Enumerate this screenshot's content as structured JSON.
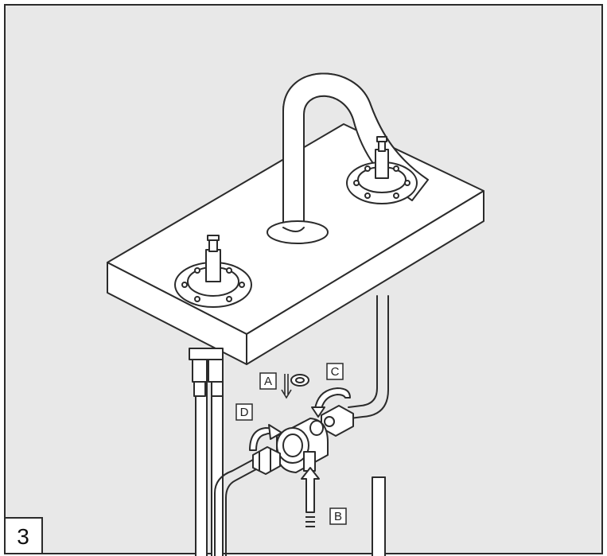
{
  "step_number": "3",
  "callouts": {
    "a": "A",
    "b": "B",
    "c": "C",
    "d": "D"
  },
  "colors": {
    "background": "#e8e8e8",
    "outline": "#2b2b2b",
    "fill": "#ffffff"
  },
  "icons": [
    "rotate-arrow-icon",
    "down-arrow-icon",
    "up-arrow-icon",
    "washer-icon"
  ]
}
